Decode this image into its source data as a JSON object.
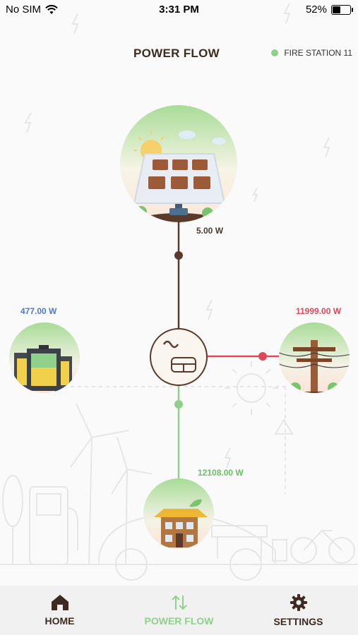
{
  "status": {
    "carrier": "No SIM",
    "time": "3:31 PM",
    "battery": "52%",
    "battery_level": 0.52
  },
  "header": {
    "title": "POWER FLOW",
    "station": "FIRE STATION 11"
  },
  "flows": {
    "solar": "5.00 W",
    "battery": "477.00 W",
    "grid": "11999.00 W",
    "home": "12108.00 W"
  },
  "colors": {
    "brown": "#5b3a2c",
    "green": "#8fd08a",
    "red": "#e0485a",
    "blue": "#4a7bd0"
  },
  "tabs": [
    {
      "label": "HOME",
      "icon": "home-icon"
    },
    {
      "label": "POWER FLOW",
      "icon": "arrows-updown-icon"
    },
    {
      "label": "SETTINGS",
      "icon": "gear-icon"
    }
  ]
}
